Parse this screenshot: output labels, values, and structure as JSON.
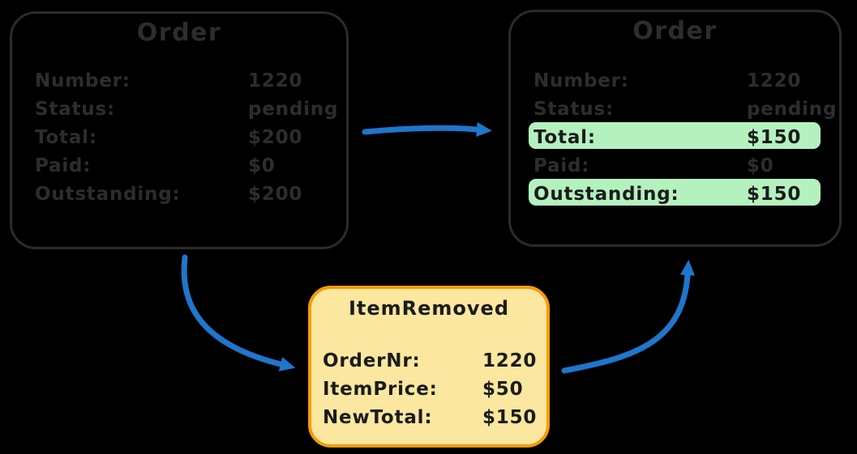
{
  "colors": {
    "canvas_bg": "#000000",
    "stroke_dark": "#2b2b2b",
    "text_dark": "#2d2d2d",
    "text_on_light": "#1b1b1b",
    "highlight_green": "#b5f1bf",
    "event_fill": "#fbe7a0",
    "event_stroke": "#f59b08",
    "arrow_blue": "#1f76cc"
  },
  "order_before": {
    "title": "Order",
    "fields": [
      {
        "label": "Number:",
        "value": "1220"
      },
      {
        "label": "Status:",
        "value": "pending"
      },
      {
        "label": "Total:",
        "value": "$200"
      },
      {
        "label": "Paid:",
        "value": "$0"
      },
      {
        "label": "Outstanding:",
        "value": "$200"
      }
    ]
  },
  "order_after": {
    "title": "Order",
    "fields": [
      {
        "label": "Number:",
        "value": "1220"
      },
      {
        "label": "Status:",
        "value": "pending"
      },
      {
        "label": "Total:",
        "value": "$150",
        "highlighted": true
      },
      {
        "label": "Paid:",
        "value": "$0"
      },
      {
        "label": "Outstanding:",
        "value": "$150",
        "highlighted": true
      }
    ]
  },
  "event": {
    "title": "ItemRemoved",
    "fields": [
      {
        "label": "OrderNr:",
        "value": "1220"
      },
      {
        "label": "ItemPrice:",
        "value": "$50"
      },
      {
        "label": "NewTotal:",
        "value": "$150"
      }
    ]
  }
}
